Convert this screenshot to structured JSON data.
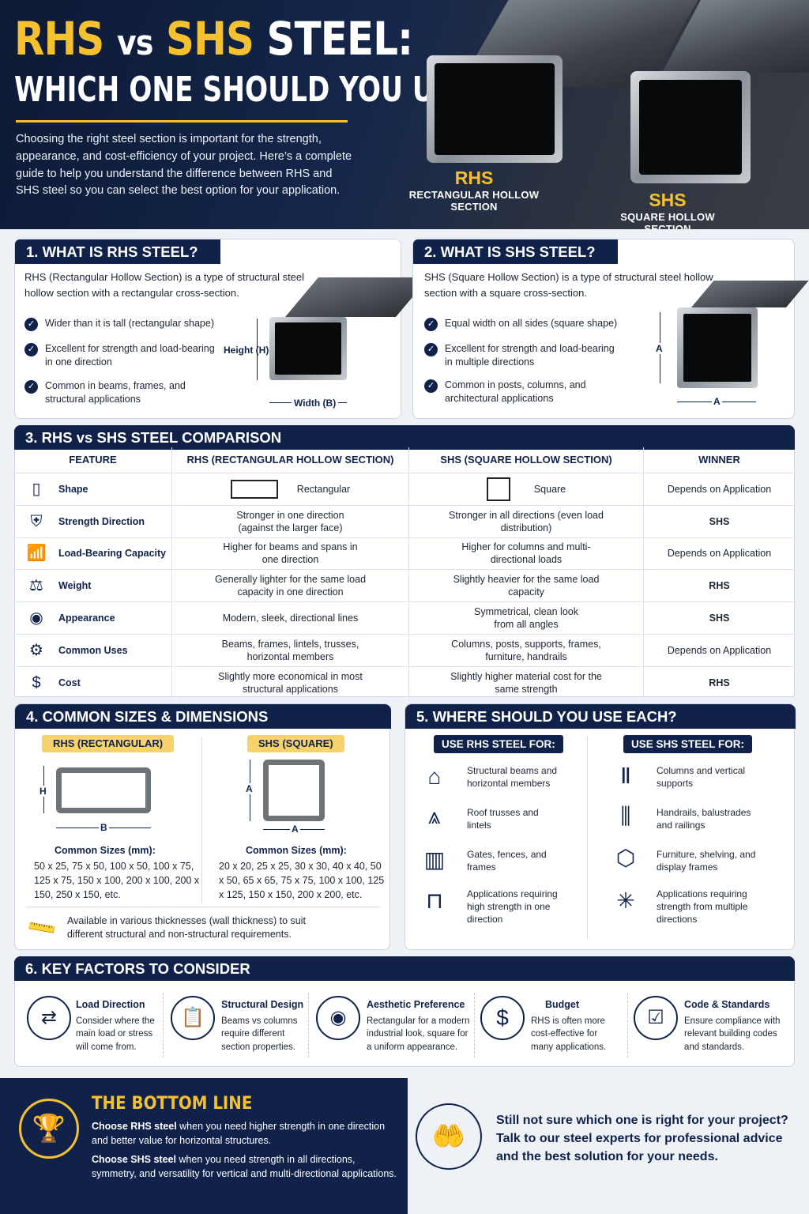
{
  "hero": {
    "title_rhs": "RHS",
    "title_vs": "vs",
    "title_shs": "SHS",
    "title_steel": "STEEL:",
    "subtitle": "WHICH ONE SHOULD YOU USE?",
    "intro": "Choosing the right steel section is important for the strength, appearance, and cost-efficiency of your project. Here’s a complete guide to help you understand the difference between RHS and SHS steel so you can select the best option for your application.",
    "rhs_label": "RHS",
    "rhs_caption": "RECTANGULAR HOLLOW SECTION",
    "shs_label": "SHS",
    "shs_caption": "SQUARE HOLLOW SECTION"
  },
  "section1": {
    "title": "1. WHAT IS RHS STEEL?",
    "desc": "RHS (Rectangular Hollow Section) is a type of structural steel hollow section with a rectangular cross-section.",
    "points": [
      "Wider than it is tall (rectangular shape)",
      "Excellent for strength and load-bearing in one direction",
      "Common in beams, frames, and structural applications"
    ],
    "height_label": "Height (H)",
    "width_label": "Width (B)"
  },
  "section2": {
    "title": "2. WHAT IS SHS STEEL?",
    "desc": "SHS (Square Hollow Section) is a type of structural steel hollow section with a square cross-section.",
    "points": [
      "Equal width on all sides (square shape)",
      "Excellent for strength and load-bearing in multiple directions",
      "Common in posts, columns, and architectural applications"
    ],
    "a_label": "A"
  },
  "section3": {
    "title": "3. RHS vs SHS STEEL COMPARISON",
    "headers": [
      "FEATURE",
      "RHS (RECTANGULAR HOLLOW SECTION)",
      "SHS (SQUARE HOLLOW SECTION)",
      "WINNER"
    ],
    "rows": [
      {
        "icon": "phone-shape-icon",
        "feature": "Shape",
        "rhs": "Rectangular",
        "shs": "Square",
        "winner": "Depends on Application"
      },
      {
        "icon": "shield-icon",
        "feature": "Strength Direction",
        "rhs": "Stronger in one direction (against the larger face)",
        "shs": "Stronger in all directions (even load distribution)",
        "winner": "SHS"
      },
      {
        "icon": "bar-chart-icon",
        "feature": "Load-Bearing Capacity",
        "rhs": "Higher for beams and spans in one direction",
        "shs": "Higher for columns and multi-directional loads",
        "winner": "Depends on Application"
      },
      {
        "icon": "scale-icon",
        "feature": "Weight",
        "rhs": "Generally lighter for the same load capacity in one direction",
        "shs": "Slightly heavier for the same load capacity",
        "winner": "RHS"
      },
      {
        "icon": "eye-icon",
        "feature": "Appearance",
        "rhs": "Modern, sleek, directional lines",
        "shs": "Symmetrical, clean look from all angles",
        "winner": "SHS"
      },
      {
        "icon": "gear-icon",
        "feature": "Common Uses",
        "rhs": "Beams, frames, lintels, trusses, horizontal members",
        "shs": "Columns, posts, supports, frames, furniture, handrails",
        "winner": "Depends on Application"
      },
      {
        "icon": "dollar-icon",
        "feature": "Cost",
        "rhs": "Slightly more economical in most structural applications",
        "shs": "Slightly higher material cost for the same strength",
        "winner": "RHS"
      }
    ]
  },
  "section4": {
    "title": "4. COMMON SIZES & DIMENSIONS",
    "rhs_pill": "RHS (RECTANGULAR)",
    "shs_pill": "SHS (SQUARE)",
    "h": "H",
    "b": "B",
    "a": "A",
    "sizes_heading": "Common Sizes (mm):",
    "rhs_sizes": "50 x 25, 75 x 50, 100 x 50, 100 x 75, 125 x 75, 150 x 100, 200 x 100, 200 x 150, 250 x 150, etc.",
    "shs_sizes": "20 x 20, 25 x 25, 30 x 30, 40 x 40, 50 x 50, 65 x 65, 75 x 75, 100 x 100, 125 x 125, 150 x 150, 200 x 200, etc.",
    "note": "Available in various thicknesses (wall thickness) to suit different structural and non-structural requirements."
  },
  "section5": {
    "title": "5. WHERE SHOULD YOU USE EACH?",
    "rhs_heading": "USE RHS STEEL FOR:",
    "shs_heading": "USE SHS STEEL FOR:",
    "rhs_uses": [
      "Structural beams and horizontal members",
      "Roof trusses and lintels",
      "Gates, fences, and frames",
      "Applications requiring high strength in one direction"
    ],
    "shs_uses": [
      "Columns and vertical supports",
      "Handrails, balustrades and railings",
      "Furniture, shelving, and display frames",
      "Applications requiring strength from multiple directions"
    ]
  },
  "section6": {
    "title": "6. KEY FACTORS TO CONSIDER",
    "factors": [
      {
        "title": "Load Direction",
        "desc": "Consider where the main load or stress will come from."
      },
      {
        "title": "Structural Design",
        "desc": "Beams vs columns require different section properties."
      },
      {
        "title": "Aesthetic Preference",
        "desc": "Rectangular for a modern industrial look, square for a uniform appearance."
      },
      {
        "title": "Budget",
        "desc": "RHS is often more cost-effective for many applications."
      },
      {
        "title": "Code & Standards",
        "desc": "Ensure compliance with relevant building codes and standards."
      }
    ]
  },
  "bottom": {
    "title": "THE BOTTOM LINE",
    "rhs_lead": "Choose RHS steel",
    "rhs_text": " when you need higher strength in one direction and better value for horizontal structures.",
    "shs_lead": "Choose SHS steel",
    "shs_text": " when you need strength in all directions, symmetry, and versatility for vertical and multi-directional applications.",
    "cta": "Still not sure which one is right for your project? Talk to our steel experts for professional advice and the best solution for your needs."
  },
  "colors": {
    "navy": "#10224a",
    "gold": "#f6c12e"
  }
}
